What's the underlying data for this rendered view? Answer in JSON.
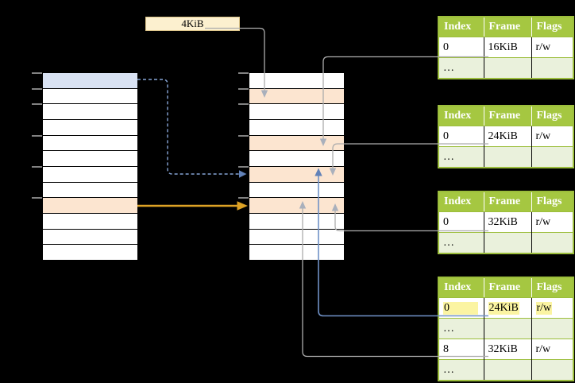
{
  "page_size_label": "4KiB",
  "colors": {
    "background": "#000000",
    "blue_row": "#D9E2F3",
    "orange_row": "#FCE5D0",
    "cream_box": "#FCF0CF",
    "green_header": "#A5C741",
    "green_border": "#9CBE3C",
    "light_green_row": "#EAF1DC",
    "yellow_highlight": "#FBF4A2",
    "gray_connector": "#ACACAC",
    "blue_connector": "#7091C6",
    "dashed_blue_connector": "#86A4D5",
    "orange_connector": "#DDA225"
  },
  "left_table": {
    "rows": 12,
    "blue_rows": [
      0
    ],
    "orange_rows": [
      8
    ],
    "ticks": [
      0,
      1,
      2,
      4,
      6,
      8
    ]
  },
  "middle_table": {
    "rows": 12,
    "orange_rows": [
      1,
      4,
      6,
      8
    ],
    "ticks": [
      0,
      1,
      2,
      4,
      6,
      8
    ]
  },
  "page_tables": [
    {
      "headers": [
        "Index",
        "Frame",
        "Flags"
      ],
      "rows": [
        {
          "cells": [
            "0",
            "16KiB",
            "r/w"
          ],
          "shaded": false,
          "highlight": false
        },
        {
          "cells": [
            "…",
            "",
            ""
          ],
          "shaded": true,
          "highlight": false
        }
      ]
    },
    {
      "headers": [
        "Index",
        "Frame",
        "Flags"
      ],
      "rows": [
        {
          "cells": [
            "0",
            "24KiB",
            "r/w"
          ],
          "shaded": false,
          "highlight": false
        },
        {
          "cells": [
            "…",
            "",
            ""
          ],
          "shaded": true,
          "highlight": false
        }
      ]
    },
    {
      "headers": [
        "Index",
        "Frame",
        "Flags"
      ],
      "rows": [
        {
          "cells": [
            "0",
            "32KiB",
            "r/w"
          ],
          "shaded": false,
          "highlight": false
        },
        {
          "cells": [
            "…",
            "",
            ""
          ],
          "shaded": true,
          "highlight": false
        }
      ]
    },
    {
      "headers": [
        "Index",
        "Frame",
        "Flags"
      ],
      "rows": [
        {
          "cells": [
            "0",
            "24KiB",
            "r/w"
          ],
          "shaded": false,
          "highlight": true
        },
        {
          "cells": [
            "…",
            "",
            ""
          ],
          "shaded": true,
          "highlight": false
        },
        {
          "cells": [
            "8",
            "32KiB",
            "r/w"
          ],
          "shaded": false,
          "highlight": false
        },
        {
          "cells": [
            "…",
            "",
            ""
          ],
          "shaded": true,
          "highlight": false
        }
      ]
    }
  ],
  "connectors": [
    {
      "name": "size-label-to-middle-row1",
      "color": "gray",
      "style": "solid"
    },
    {
      "name": "table1-to-middle-row4",
      "color": "gray",
      "style": "solid"
    },
    {
      "name": "table2-to-middle-row6",
      "color": "gray",
      "style": "solid"
    },
    {
      "name": "table3-to-middle-row8",
      "color": "gray",
      "style": "solid"
    },
    {
      "name": "table4-row8-to-middle-row8",
      "color": "gray",
      "style": "solid"
    },
    {
      "name": "table4-row0-to-middle-row6",
      "color": "blue",
      "style": "solid"
    },
    {
      "name": "left-row0-to-middle-row6",
      "color": "blue",
      "style": "dashed"
    },
    {
      "name": "left-row8-to-middle-row8",
      "color": "orange",
      "style": "solid"
    }
  ]
}
